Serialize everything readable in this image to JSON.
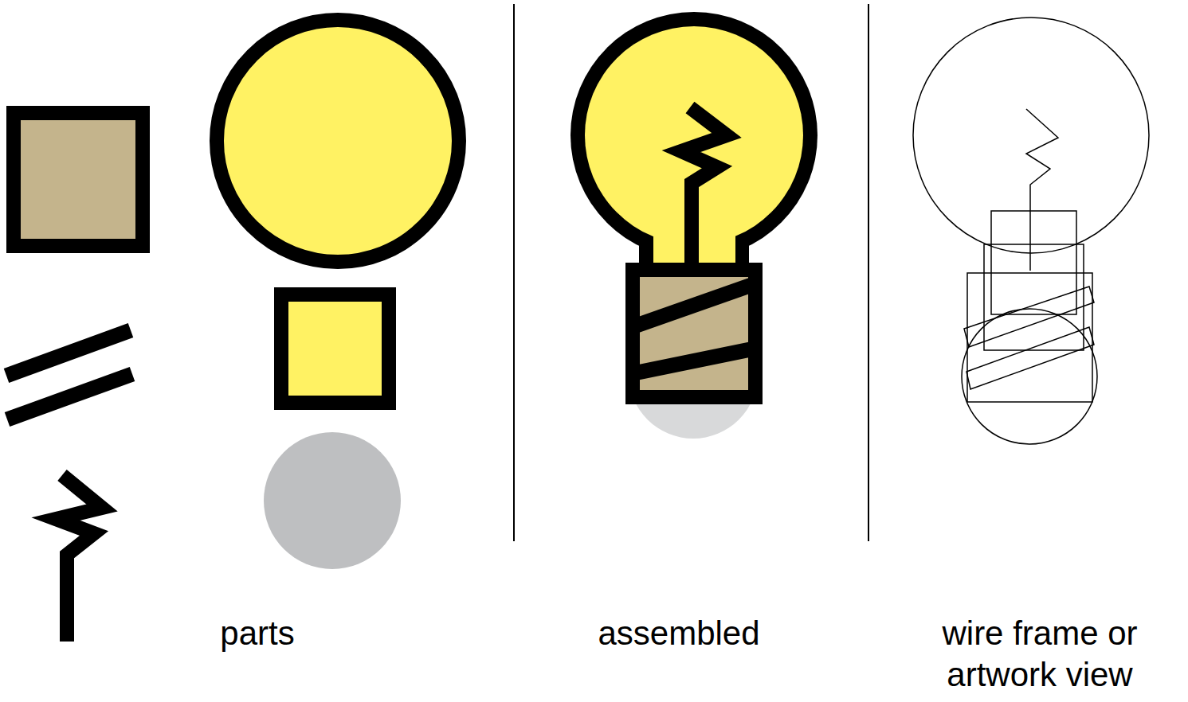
{
  "diagram": {
    "labels": [
      "parts",
      "assembled",
      "wire frame or artwork view"
    ]
  }
}
